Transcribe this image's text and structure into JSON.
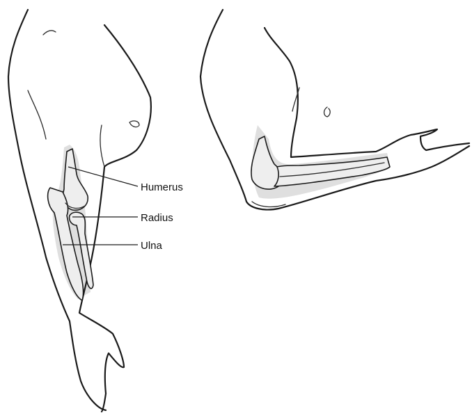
{
  "figure": {
    "labels": {
      "humerus": "Humerus",
      "radius": "Radius",
      "ulna": "Ulna"
    }
  }
}
